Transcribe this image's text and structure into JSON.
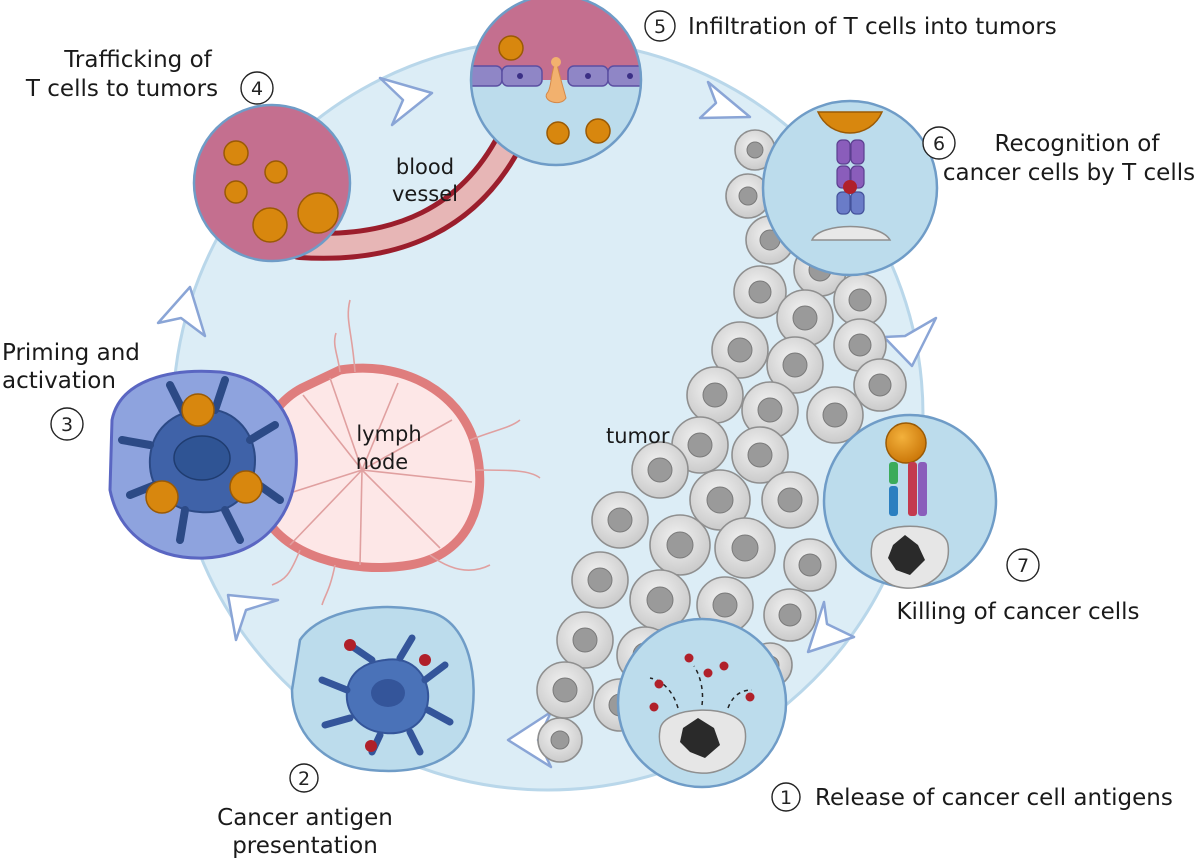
{
  "steps": [
    {
      "number": "1",
      "label_lines": [
        "Release of cancer cell antigens"
      ]
    },
    {
      "number": "2",
      "label_lines": [
        "Cancer antigen",
        "presentation"
      ]
    },
    {
      "number": "3",
      "label_lines": [
        "Priming and",
        "activation"
      ]
    },
    {
      "number": "4",
      "label_lines": [
        "Trafficking of",
        "T cells to tumors"
      ]
    },
    {
      "number": "5",
      "label_lines": [
        "Infiltration of T cells into tumors"
      ]
    },
    {
      "number": "6",
      "label_lines": [
        "Recognition of",
        "cancer cells by T cells"
      ]
    },
    {
      "number": "7",
      "label_lines": [
        "Killing of cancer cells"
      ]
    }
  ],
  "structures": {
    "blood_vessel": [
      "blood",
      "vessel"
    ],
    "lymph_node": [
      "lymph",
      "node"
    ],
    "tumor": "tumor"
  },
  "colors": {
    "cycle_fill": "#dcedf6",
    "cycle_stroke": "#b9d7ea",
    "inset_fill": "#bcdcec",
    "vessel_fill": "#c46f8f",
    "dendritic_cell": "#4a72b8",
    "t_cell": "#d8870e",
    "antigen": "#b0202a"
  }
}
